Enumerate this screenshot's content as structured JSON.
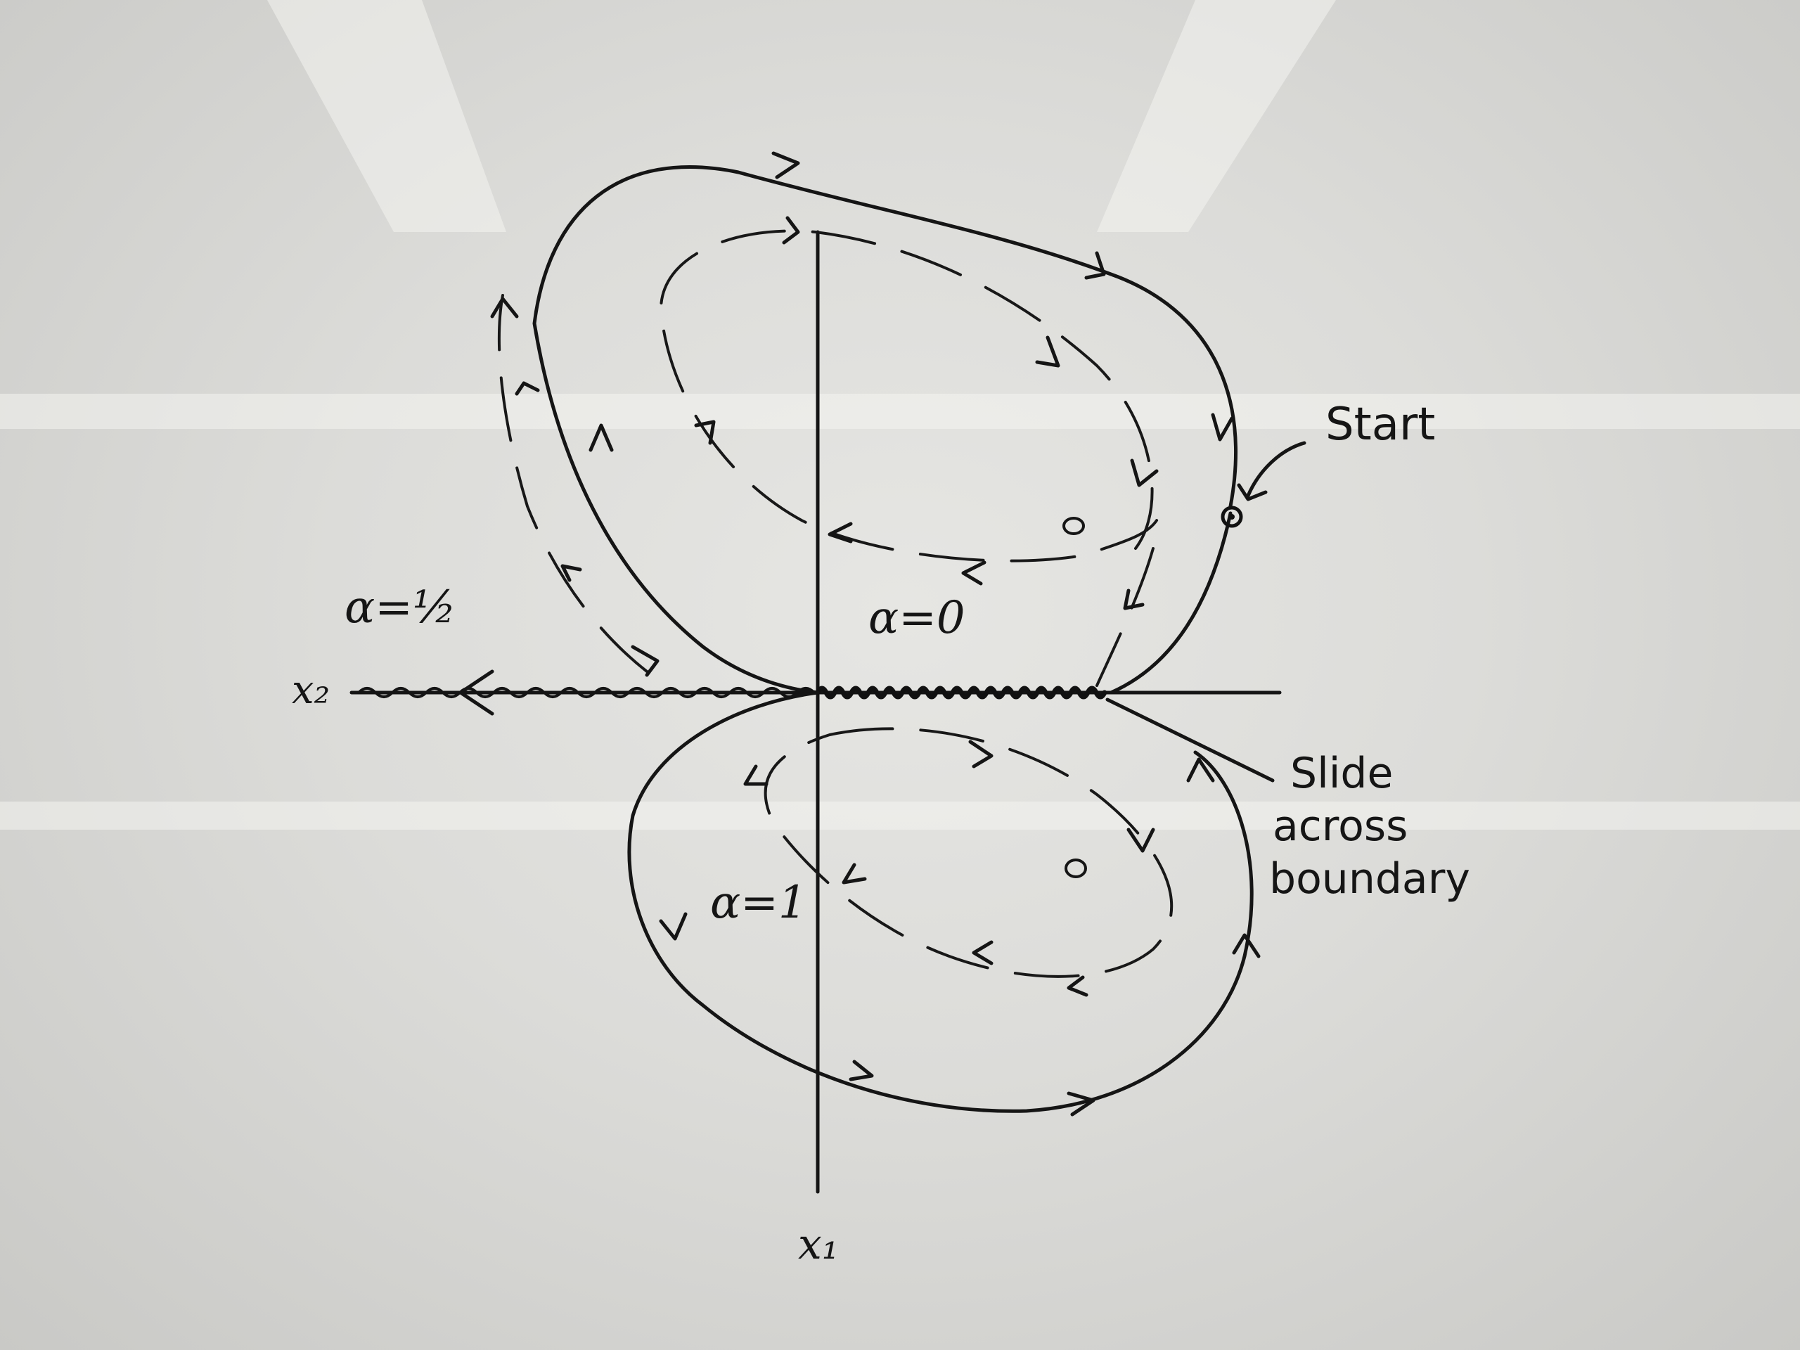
{
  "diagram": {
    "region_labels": {
      "alpha_zero": "α=0",
      "alpha_half": "α=½",
      "alpha_one": "α=1"
    },
    "axis_labels": {
      "x1": "x₁",
      "x2": "x₂"
    },
    "annotations": {
      "start": "Start",
      "slide_line1": "Slide",
      "slide_line2": "across",
      "slide_line3": "boundary"
    }
  }
}
